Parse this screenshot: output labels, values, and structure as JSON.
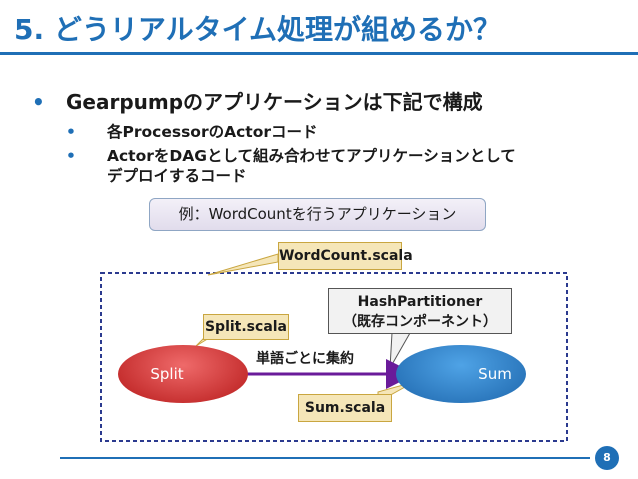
{
  "title": "5. どうリアルタイム処理が組めるか？",
  "bullets": {
    "main": "Gearpumpのアプリケーションは下記で構成",
    "sub1": "各ProcessorのActorコード",
    "sub2_line1": "ActorをDAGとして組み合わせてアプリケーションとして",
    "sub2_line2": "デプロイするコード",
    "marker": "•"
  },
  "example_box": "例：WordCountを行うアプリケーション",
  "callouts": {
    "wordcount": "WordCount.scala",
    "split_scala": "Split.scala",
    "sum_scala": "Sum.scala"
  },
  "partitioner": {
    "line1": "HashPartitioner",
    "line2": "（既存コンポーネント）"
  },
  "nodes": {
    "split": "Split",
    "sum": "Sum"
  },
  "edge_label": "単語ごとに集約",
  "page_number": "8",
  "colors": {
    "accent": "#1f6fb6",
    "split_node": "#c62828",
    "sum_node": "#1e67ad",
    "callout_fill": "#f5e6b8",
    "edge": "#6a1b9a"
  }
}
